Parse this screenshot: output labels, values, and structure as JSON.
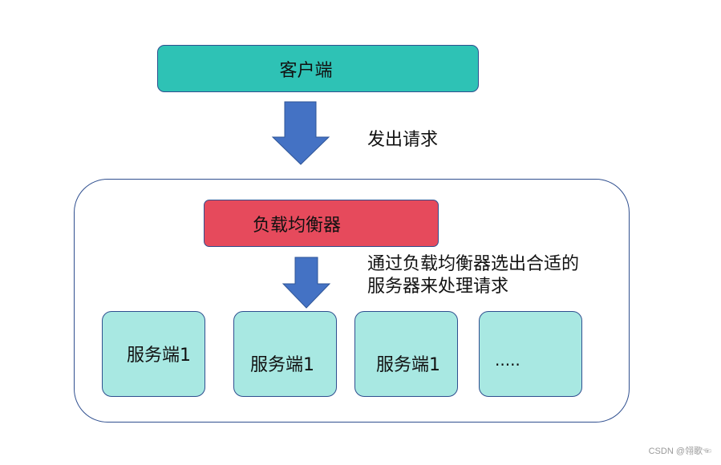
{
  "nodes": {
    "client": "客户端",
    "load_balancer": "负载均衡器",
    "servers": [
      "服务端1",
      "服务端1",
      "服务端1",
      "....."
    ]
  },
  "edges": {
    "send_request": "发出请求",
    "select_server_line1": "通过负载均衡器选出合适的",
    "select_server_line2": "服务器来处理请求"
  },
  "watermark": "CSDN @翎歌☜",
  "colors": {
    "client_fill": "#2ec2b5",
    "load_balancer_fill": "#e64a5c",
    "server_fill": "#a8e8e2",
    "arrow_fill": "#4472c4",
    "border": "#2f4f8f"
  }
}
